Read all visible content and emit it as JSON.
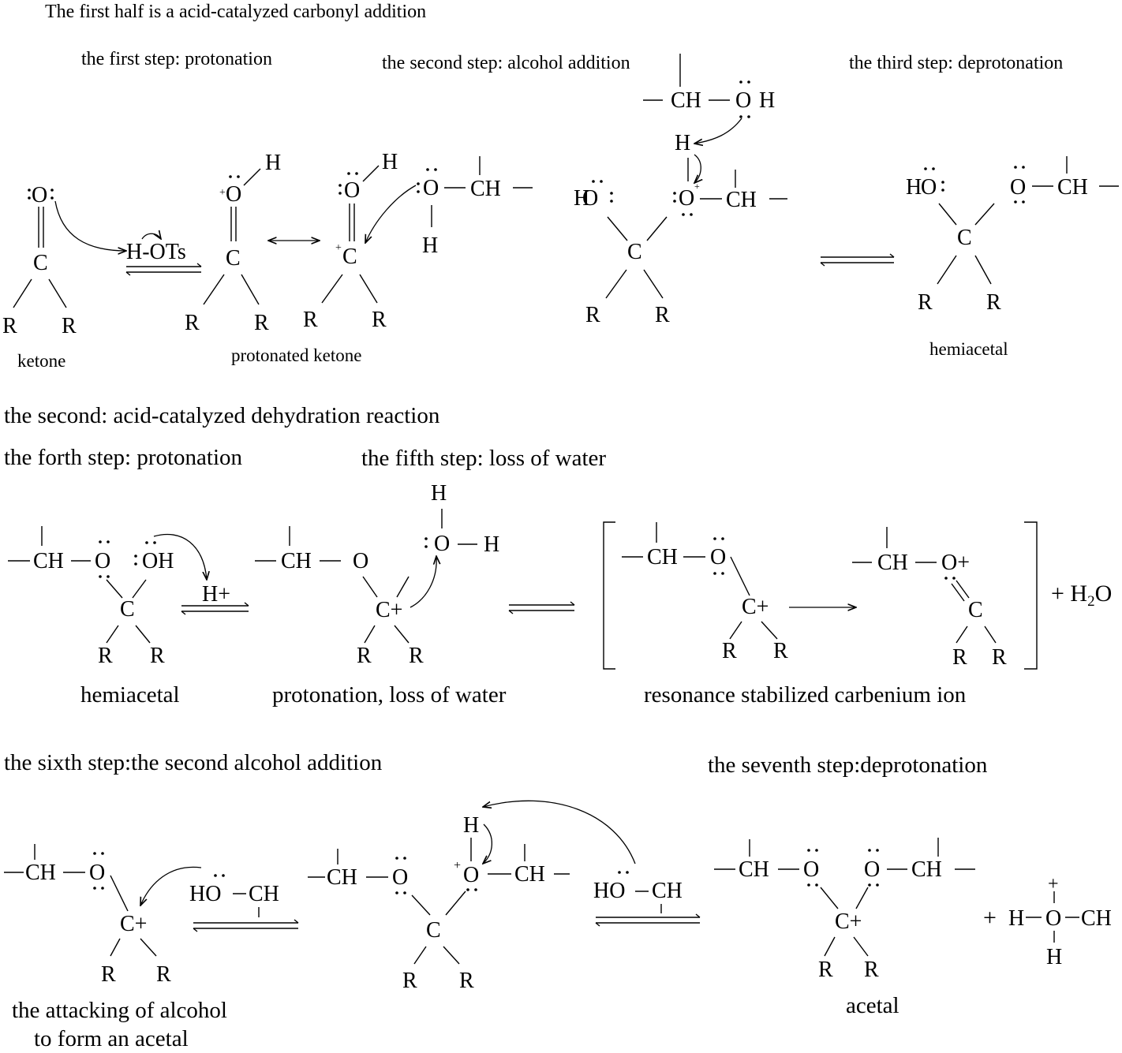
{
  "headings": {
    "first_half": "The first half is a acid-catalyzed carbonyl addition",
    "step1": "the first step: protonation",
    "step2": "the second step: alcohol addition",
    "step3": "the third step: deprotonation",
    "second_half": "the second: acid-catalyzed dehydration reaction",
    "step4": "the forth step: protonation",
    "step5": "the fifth step: loss of water",
    "step6": "the sixth step:the second alcohol addition",
    "step7": "the seventh step:deprotonation"
  },
  "labels": {
    "ketone": "ketone",
    "protonated_ketone": "protonated ketone",
    "hemiacetal_1": "hemiacetal",
    "hemiacetal_2": "hemiacetal",
    "protonation_loss": "protonation, loss of water",
    "resonance": "resonance stabilized carbenium ion",
    "attacking_line1": "the attacking of alcohol",
    "attacking_line2": "to form an acetal",
    "acetal": "acetal"
  },
  "reagents": {
    "tosic_acid": "H-OTs",
    "proton": "H+",
    "water_product": "+ H2O",
    "alcohol_1": "HÖ–CH",
    "alcohol_2": "HÖ–CH"
  },
  "atoms": {
    "C": "C",
    "R": "R",
    "H": "H",
    "O": "O",
    "CH": "CH",
    "C_plus": "C+",
    "O_plus": "O+",
    "OH": "OH",
    "plus": "+"
  }
}
